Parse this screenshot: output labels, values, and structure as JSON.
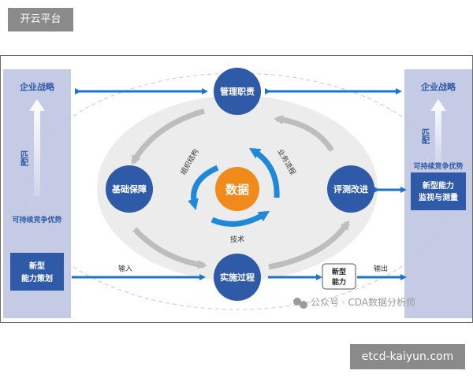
{
  "header": {
    "badge": "开云平台"
  },
  "footer": {
    "badge": "etcd-kaiyun.com"
  },
  "diagram": {
    "left_panel": {
      "top": "企业战略",
      "vertical": "匹配",
      "middle": "可持续竞争优势",
      "box_line1": "新型",
      "box_line2": "能力策划"
    },
    "right_panel": {
      "top": "企业战略",
      "vertical": "匹配",
      "middle": "可持续竞争优势",
      "box_line1": "新型能力",
      "box_line2": "监视与测量"
    },
    "nodes": {
      "top": "管理职责",
      "left": "基础保障",
      "right": "评测改进",
      "bottom": "实施过程",
      "center": "数据"
    },
    "ring_labels": {
      "org": "组织结构",
      "biz": "业务流程",
      "tech": "技术"
    },
    "flow": {
      "input": "输入",
      "output": "输出",
      "capability_line1": "新型",
      "capability_line2": "能力"
    },
    "watermark": "公众号 · CDA数据分析师"
  },
  "colors": {
    "panel": "#c5cbe5",
    "node": "#2e5aa8",
    "center": "#ef8a1b",
    "arrow": "#1f73c8",
    "cycle_blue": "#1f88d8"
  }
}
